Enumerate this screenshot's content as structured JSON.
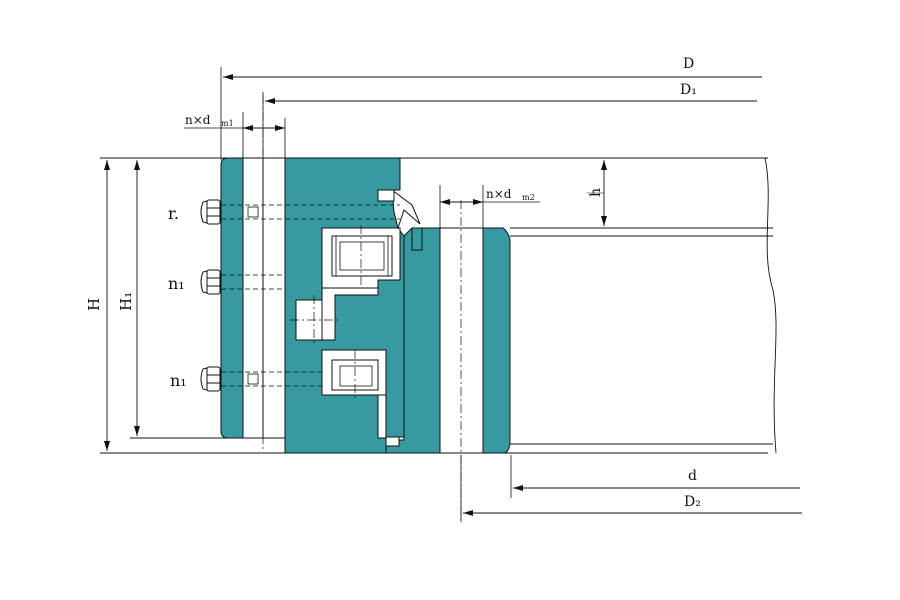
{
  "colors": {
    "section_fill": "#379aa0",
    "line": "#111111",
    "background": "#ffffff"
  },
  "dimensions": {
    "D": "D",
    "D1": "D₁",
    "d": "d",
    "D2": "D₂",
    "H": "H",
    "H1": "H₁",
    "h": "h"
  },
  "callouts": {
    "outer_holes": "n×d",
    "outer_holes_sub": "m1",
    "inner_holes": "n×d",
    "inner_holes_sub": "m2"
  },
  "bolt_labels": {
    "top": "r.",
    "middle": "n₁",
    "bottom": "n₁"
  }
}
